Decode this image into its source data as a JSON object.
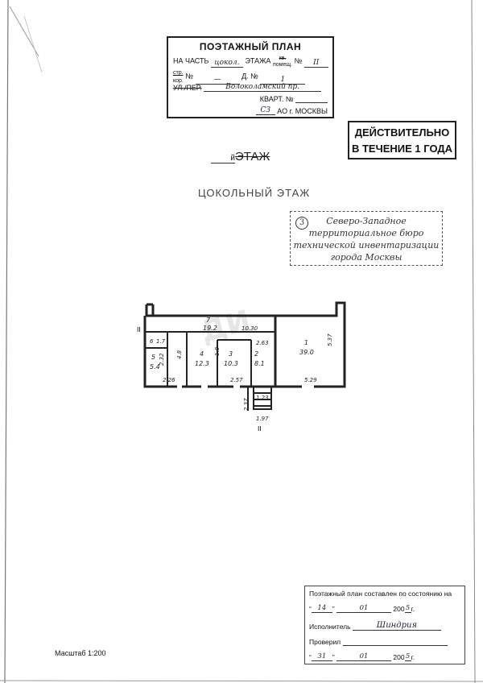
{
  "header": {
    "title": "ПОЭТАЖНЫЙ ПЛАН",
    "part_label": "НА ЧАСТЬ",
    "part_value": "цокол.",
    "floor_label": "ЭТАЖА",
    "kv_label": "кв.",
    "pomesch_label": "помещ.",
    "number_sign": "№",
    "number_value": "II",
    "str_label": "стр.",
    "kor_label": "кор.",
    "str_number_value": "—",
    "house_label": "Д. №",
    "house_value": "1",
    "street_label": "УЛ./ПЕР.",
    "street_value": "Волоколамский пр.",
    "apartment_label": "КВАРТ. №",
    "district_value": "СЗ",
    "district_label": "АО г. МОСКВЫ"
  },
  "validity": {
    "line1": "ДЕЙСТВИТЕЛЬНО",
    "line2": "В ТЕЧЕНИЕ 1 ГОДА"
  },
  "floor": {
    "suffix": "й",
    "label": "ЭТАЖ",
    "subtitle": "ЦОКОЛЬНЫЙ ЭТАЖ"
  },
  "stamp": {
    "number": "3",
    "line1": "Северо-Западное",
    "line2": "территориальное бюро",
    "line3": "технической инвентаризации",
    "line4": "города Москвы"
  },
  "plan": {
    "rooms": [
      {
        "num": "1",
        "area": "39.0"
      },
      {
        "num": "2",
        "area": "8.1"
      },
      {
        "num": "3",
        "area": "10.3"
      },
      {
        "num": "4",
        "area": "12.3"
      },
      {
        "num": "5",
        "area": "5.4"
      },
      {
        "num": "6",
        "area": "1.7"
      },
      {
        "num": "7",
        "area": "19.2"
      }
    ],
    "dims": {
      "d1": "10.30",
      "d2": "2.63",
      "d3": "5.37",
      "d4": "5.29",
      "d5": "2.26",
      "d6": "2.57",
      "d7": "2.37",
      "d8": "1.23",
      "d9": "1.97",
      "d10": "1.8",
      "d11": "4.8",
      "d12": "2.32"
    },
    "section_mark": "II",
    "watermark": "ДИ"
  },
  "info": {
    "line1": "Поэтажный план составлен по состоянию на",
    "date1_day": "14",
    "date1_month": "01",
    "date1_year_prefix": "200",
    "date1_year_suffix": "5",
    "year_abbr": "г.",
    "executor_label": "Исполнитель",
    "executor_signature": "Шиндрия",
    "checked_label": "Проверил",
    "date2_day": "31",
    "date2_month": "01",
    "date2_year_prefix": "200",
    "date2_year_suffix": "5"
  },
  "scale": "Масштаб 1:200",
  "colors": {
    "ink": "#222222",
    "paper": "#ffffff",
    "handwriting": "#223344"
  }
}
